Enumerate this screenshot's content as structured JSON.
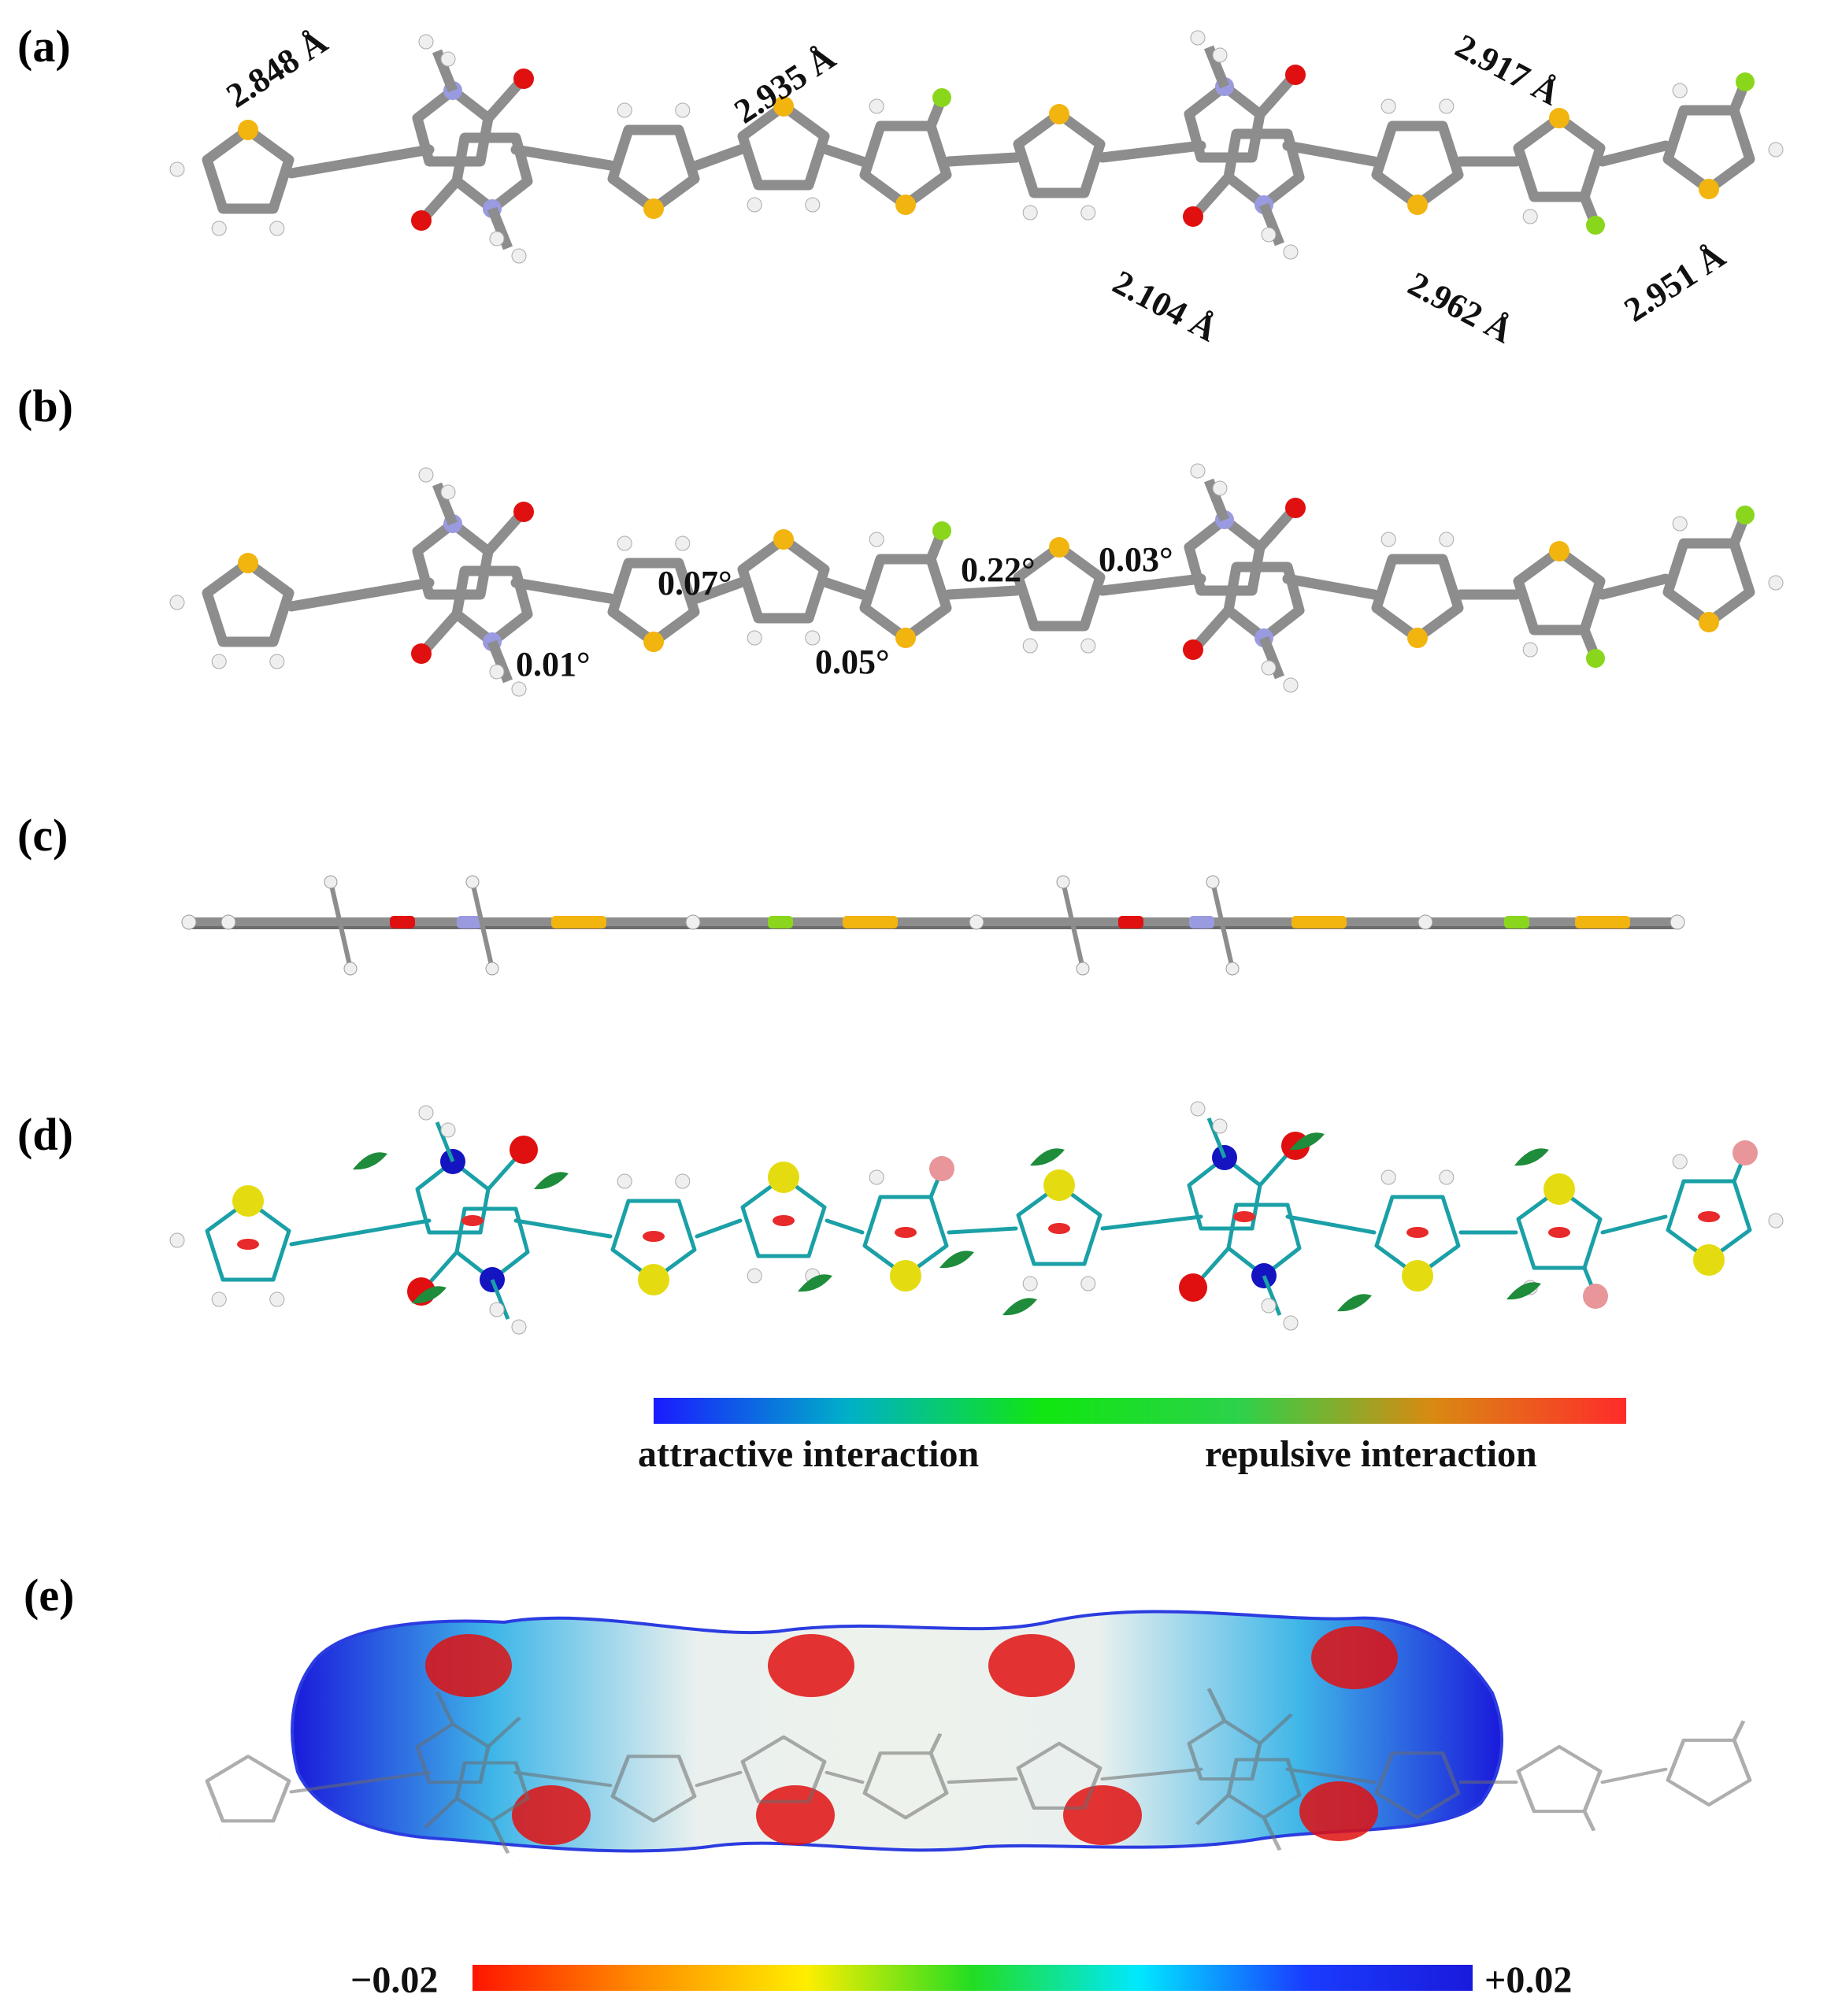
{
  "panels": {
    "a": {
      "label": "(a)",
      "distances": [
        "2.848 Å",
        "2.935 Å",
        "2.917 Å",
        "2.104 Å",
        "2.962 Å",
        "2.951 Å"
      ]
    },
    "b": {
      "label": "(b)",
      "dihedrals": [
        "0.07°",
        "0.01°",
        "0.05°",
        "0.22°",
        "0.03°"
      ]
    },
    "c": {
      "label": "(c)"
    },
    "d": {
      "label": "(d)",
      "colorbar_left": "attractive interaction",
      "colorbar_right": "repulsive  interaction",
      "colorbar_colors": [
        "#1a1aff",
        "#00b0c8",
        "#11e611",
        "#2bd24a",
        "#d88a12",
        "#ff2b2b"
      ]
    },
    "e": {
      "label": "(e)",
      "colorbar_min": "−0.02",
      "colorbar_max": "+0.02",
      "colorbar_colors": [
        "#ff1500",
        "#ff8c00",
        "#ffee00",
        "#22dd22",
        "#00e8ff",
        "#1a3cff",
        "#1a1adb"
      ]
    }
  },
  "atom_colors": {
    "carbon": "#8d8d8d",
    "sulfur": "#f2b40f",
    "nitrogen": "#9a9ae0",
    "oxygen": "#e01010",
    "fluorine": "#8ad61c",
    "hydrogen": "#efefef",
    "nci_carbon": "#0f9aa0",
    "nci_sulfur": "#e4dc10",
    "nci_nitrogen": "#1414c0",
    "nci_fluorine": "#e8969a"
  }
}
